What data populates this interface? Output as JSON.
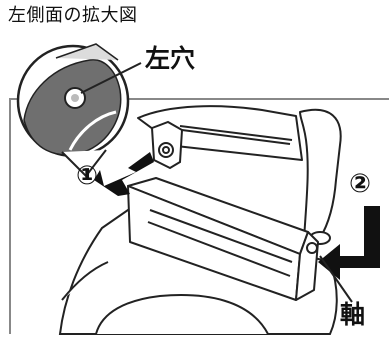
{
  "diagram": {
    "caption": "左側面の拡大図",
    "label_left_hole": "左穴",
    "label_axle": "軸",
    "step_1": "①",
    "step_2": "②"
  }
}
